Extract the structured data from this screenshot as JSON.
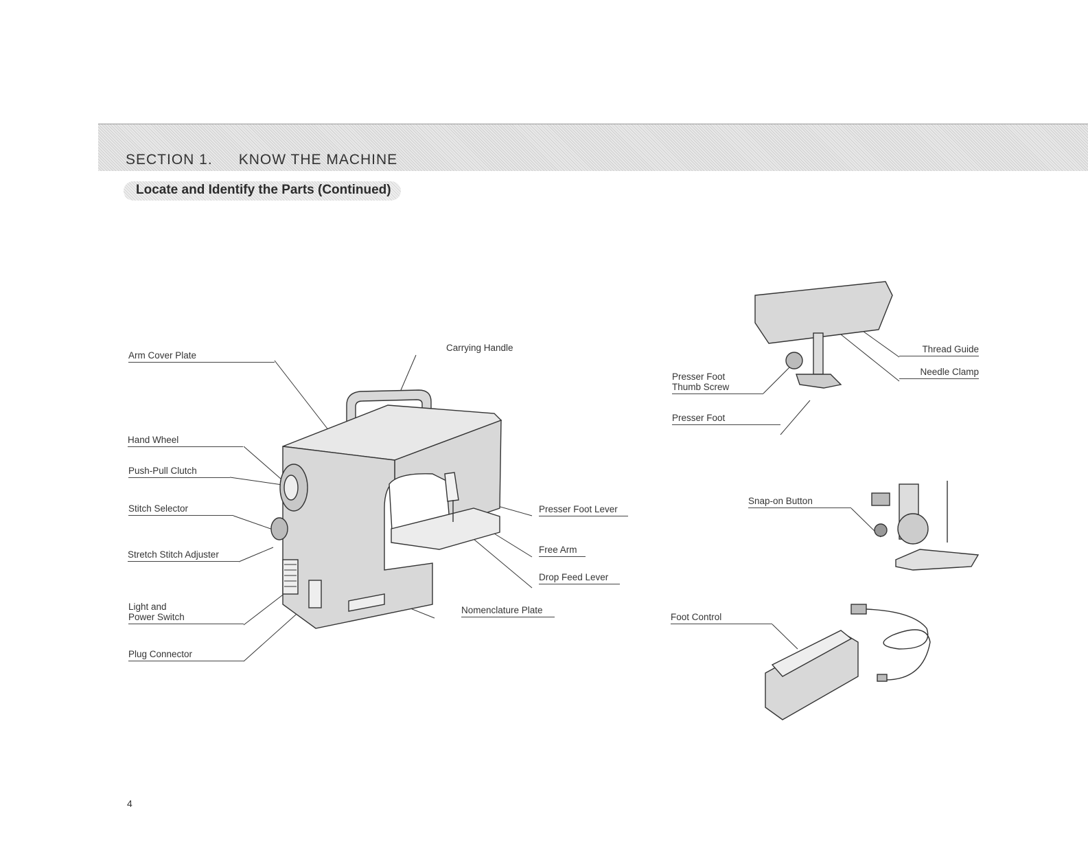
{
  "header": {
    "section_number": "SECTION 1.",
    "section_title": "KNOW THE MACHINE",
    "subtitle": "Locate and Identify the Parts (Continued)"
  },
  "labels": {
    "arm_cover_plate": "Arm Cover Plate",
    "carrying_handle": "Carrying Handle",
    "hand_wheel": "Hand Wheel",
    "push_pull_clutch": "Push-Pull Clutch",
    "stitch_selector": "Stitch Selector",
    "stretch_stitch_adjuster": "Stretch Stitch Adjuster",
    "light_and": "Light and",
    "power_switch": "Power Switch",
    "plug_connector": "Plug Connector",
    "presser_foot_lever": "Presser Foot Lever",
    "free_arm": "Free Arm",
    "drop_feed_lever": "Drop Feed Lever",
    "nomenclature_plate": "Nomenclature Plate",
    "thread_guide": "Thread Guide",
    "needle_clamp": "Needle Clamp",
    "presser_foot_thumb": "Presser Foot",
    "thumb_screw": "Thumb Screw",
    "presser_foot": "Presser Foot",
    "snap_on_button": "Snap-on Button",
    "foot_control": "Foot Control"
  },
  "page_number": "4"
}
